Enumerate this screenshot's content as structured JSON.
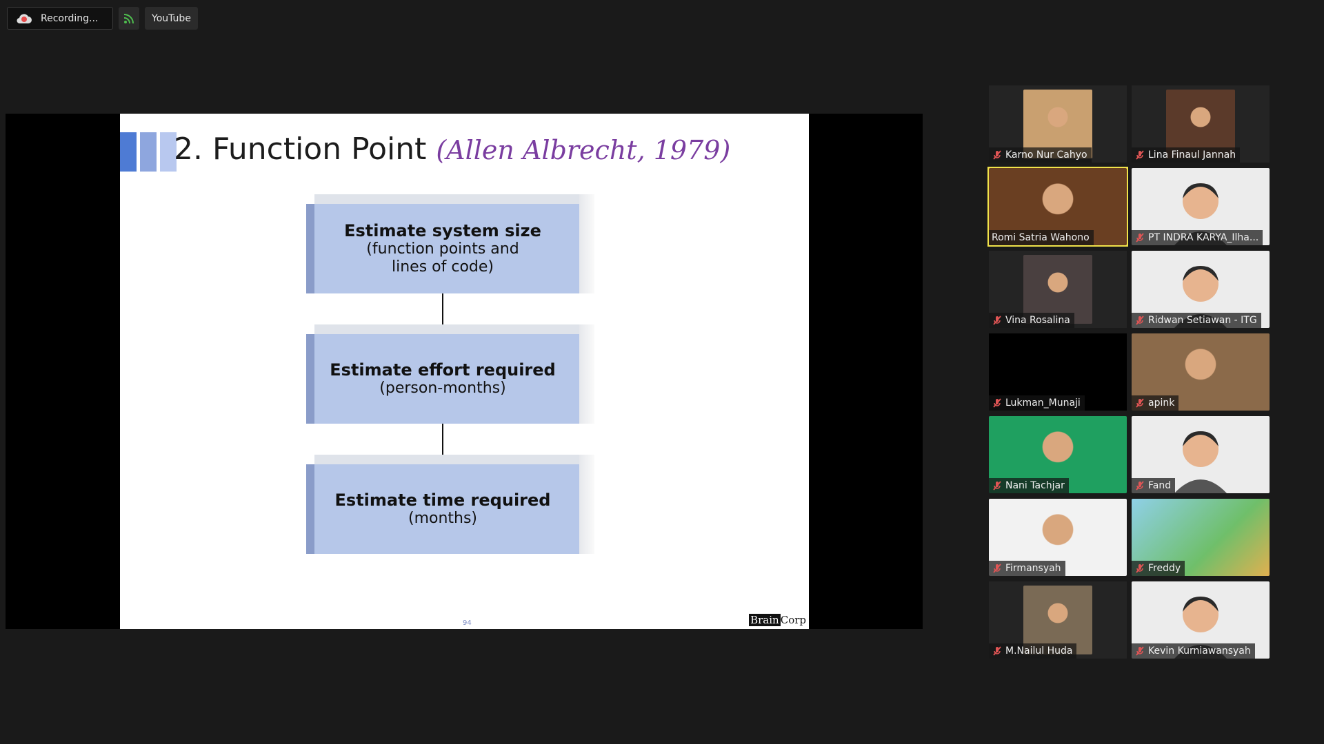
{
  "topbar": {
    "recording_label": "Recording...",
    "youtube_label": "YouTube",
    "icons": {
      "recording": "cloud-recording-icon",
      "live": "live-stream-icon"
    },
    "colors": {
      "record_red": "#e84b4b",
      "live_green": "#4fbf4f"
    }
  },
  "slide": {
    "title": "2. Function Point",
    "citation": "(Allen Albrecht, 1979)",
    "bar_colors": [
      "#4e7bd4",
      "#8ea6de",
      "#b8c8ef"
    ],
    "steps": [
      {
        "bold": "Estimate system size",
        "lines": [
          "(function points and",
          "lines of code)"
        ]
      },
      {
        "bold": "Estimate effort required",
        "lines": [
          "(person-months)"
        ]
      },
      {
        "bold": "Estimate time required",
        "lines": [
          "(months)"
        ]
      }
    ],
    "page_number": "94",
    "brand": {
      "part1": "Brain",
      "part2": "Corp"
    }
  },
  "participants": [
    {
      "name": "Karno Nur Cahyo",
      "muted": true,
      "active": false,
      "video": "camera",
      "photo_color": "#c9a070"
    },
    {
      "name": "Lina Finaul Jannah",
      "muted": true,
      "active": false,
      "video": "camera",
      "photo_color": "#5b3a2a"
    },
    {
      "name": "Romi Satria Wahono",
      "muted": false,
      "active": true,
      "video": "camera",
      "photo_color": "#6a3f22"
    },
    {
      "name": "PT INDRA KARYA_Ilha...",
      "muted": true,
      "active": false,
      "video": "avatar",
      "photo_color": "#ececec"
    },
    {
      "name": "Vina Rosalina",
      "muted": true,
      "active": false,
      "video": "camera",
      "photo_color": "#4a4040"
    },
    {
      "name": "Ridwan Setiawan - ITG",
      "muted": true,
      "active": false,
      "video": "avatar",
      "photo_color": "#ececec"
    },
    {
      "name": "Lukman_Munaji",
      "muted": true,
      "active": false,
      "video": "off",
      "photo_color": "#000000"
    },
    {
      "name": "apink",
      "muted": true,
      "active": false,
      "video": "camera",
      "photo_color": "#8b6a4a"
    },
    {
      "name": "Nani Tachjar",
      "muted": true,
      "active": false,
      "video": "camera",
      "photo_color": "#1fa060"
    },
    {
      "name": "Fand",
      "muted": true,
      "active": false,
      "video": "avatar",
      "photo_color": "#ececec"
    },
    {
      "name": "Firmansyah",
      "muted": true,
      "active": false,
      "video": "camera",
      "photo_color": "#f2f2f2"
    },
    {
      "name": "Freddy",
      "muted": true,
      "active": false,
      "video": "image",
      "photo_color": "#6fbf6a"
    },
    {
      "name": "M.Nailul Huda",
      "muted": true,
      "active": false,
      "video": "camera",
      "photo_color": "#7a6a55"
    },
    {
      "name": "Kevin Kurniawansyah",
      "muted": true,
      "active": false,
      "video": "avatar",
      "photo_color": "#ececec"
    }
  ],
  "colors": {
    "background": "#1a1a1a",
    "active_speaker_border": "#f1e34a",
    "muted_icon": "#e05555",
    "box_fill": "#b6c7e9",
    "citation_purple": "#7a3da0"
  }
}
